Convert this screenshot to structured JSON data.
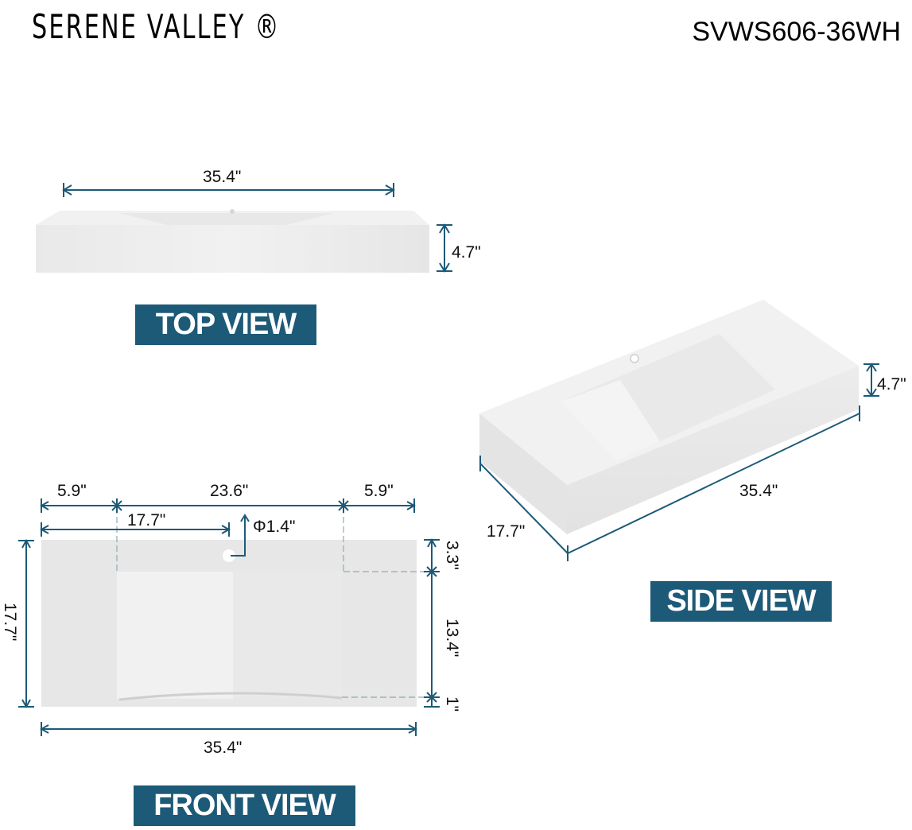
{
  "header": {
    "brand": "SERENE VALLEY ®",
    "model": "SVWS606-36WH"
  },
  "colors": {
    "accent": "#1d5a78",
    "sink": "#e6e6e6",
    "sink_light": "#f2f2f2"
  },
  "top_view": {
    "label": "TOP VIEW",
    "width": "35.4\"",
    "height": "4.7\""
  },
  "side_view": {
    "label": "SIDE VIEW",
    "height": "4.7\"",
    "length": "35.4\"",
    "depth": "17.7\""
  },
  "front_view": {
    "label": "FRONT VIEW",
    "left_margin": "5.9\"",
    "basin_width": "23.6\"",
    "right_margin": "5.9\"",
    "hole_offset": "17.7\"",
    "hole_diameter": "Φ1.4\"",
    "depth_total": "17.7\"",
    "back_deck": "3.3\"",
    "basin_depth": "13.4\"",
    "front_lip": "1\"",
    "width_total": "35.4\""
  }
}
